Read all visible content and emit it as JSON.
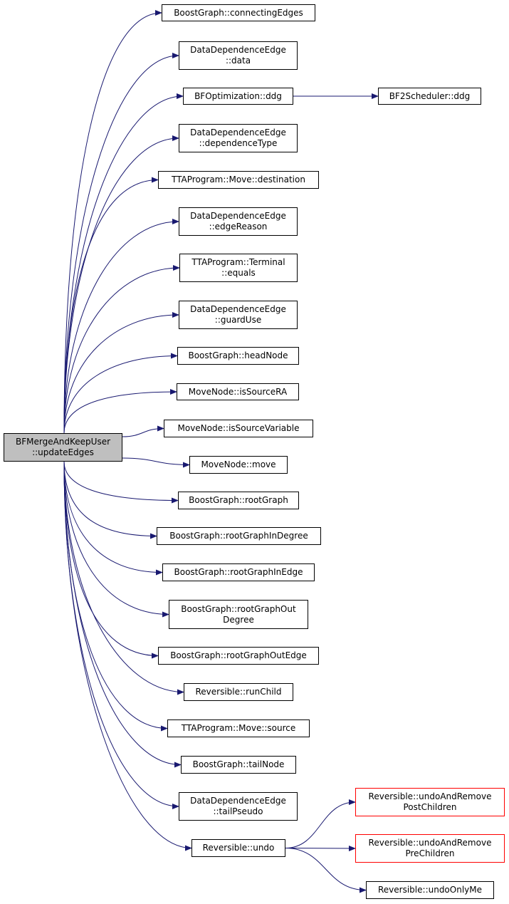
{
  "diagram": {
    "root": {
      "id": "root",
      "lines": [
        "BFMergeAndKeepUser",
        "::updateEdges"
      ]
    },
    "nodes": [
      {
        "id": "n1",
        "lines": [
          "BoostGraph::connectingEdges"
        ]
      },
      {
        "id": "n2",
        "lines": [
          "DataDependenceEdge",
          "::data"
        ]
      },
      {
        "id": "n3",
        "lines": [
          "BFOptimization::ddg"
        ]
      },
      {
        "id": "n3b",
        "lines": [
          "BF2Scheduler::ddg"
        ]
      },
      {
        "id": "n4",
        "lines": [
          "DataDependenceEdge",
          "::dependenceType"
        ]
      },
      {
        "id": "n5",
        "lines": [
          "TTAProgram::Move::destination"
        ]
      },
      {
        "id": "n6",
        "lines": [
          "DataDependenceEdge",
          "::edgeReason"
        ]
      },
      {
        "id": "n7",
        "lines": [
          "TTAProgram::Terminal",
          "::equals"
        ]
      },
      {
        "id": "n8",
        "lines": [
          "DataDependenceEdge",
          "::guardUse"
        ]
      },
      {
        "id": "n9",
        "lines": [
          "BoostGraph::headNode"
        ]
      },
      {
        "id": "n10",
        "lines": [
          "MoveNode::isSourceRA"
        ]
      },
      {
        "id": "n11",
        "lines": [
          "MoveNode::isSourceVariable"
        ]
      },
      {
        "id": "n12",
        "lines": [
          "MoveNode::move"
        ]
      },
      {
        "id": "n13",
        "lines": [
          "BoostGraph::rootGraph"
        ]
      },
      {
        "id": "n14",
        "lines": [
          "BoostGraph::rootGraphInDegree"
        ]
      },
      {
        "id": "n15",
        "lines": [
          "BoostGraph::rootGraphInEdge"
        ]
      },
      {
        "id": "n16",
        "lines": [
          "BoostGraph::rootGraphOut",
          "Degree"
        ]
      },
      {
        "id": "n17",
        "lines": [
          "BoostGraph::rootGraphOutEdge"
        ]
      },
      {
        "id": "n18",
        "lines": [
          "Reversible::runChild"
        ]
      },
      {
        "id": "n19",
        "lines": [
          "TTAProgram::Move::source"
        ]
      },
      {
        "id": "n20",
        "lines": [
          "BoostGraph::tailNode"
        ]
      },
      {
        "id": "n21",
        "lines": [
          "DataDependenceEdge",
          "::tailPseudo"
        ]
      },
      {
        "id": "n22",
        "lines": [
          "Reversible::undo"
        ]
      },
      {
        "id": "n23",
        "lines": [
          "Reversible::undoAndRemove",
          "PostChildren"
        ],
        "style": "red"
      },
      {
        "id": "n24",
        "lines": [
          "Reversible::undoAndRemove",
          "PreChildren"
        ],
        "style": "red"
      },
      {
        "id": "n25",
        "lines": [
          "Reversible::undoOnlyMe"
        ]
      }
    ],
    "edges": [
      [
        "root",
        "n1"
      ],
      [
        "root",
        "n2"
      ],
      [
        "root",
        "n3"
      ],
      [
        "root",
        "n4"
      ],
      [
        "root",
        "n5"
      ],
      [
        "root",
        "n6"
      ],
      [
        "root",
        "n7"
      ],
      [
        "root",
        "n8"
      ],
      [
        "root",
        "n9"
      ],
      [
        "root",
        "n10"
      ],
      [
        "root",
        "n11"
      ],
      [
        "root",
        "n12"
      ],
      [
        "root",
        "n13"
      ],
      [
        "root",
        "n14"
      ],
      [
        "root",
        "n15"
      ],
      [
        "root",
        "n16"
      ],
      [
        "root",
        "n17"
      ],
      [
        "root",
        "n18"
      ],
      [
        "root",
        "n19"
      ],
      [
        "root",
        "n20"
      ],
      [
        "root",
        "n21"
      ],
      [
        "root",
        "n22"
      ],
      [
        "n3",
        "n3b"
      ],
      [
        "n22",
        "n23"
      ],
      [
        "n22",
        "n24"
      ],
      [
        "n22",
        "n25"
      ]
    ],
    "colors": {
      "edge": "#191970",
      "border": "#000000",
      "root_fill": "#bfbfbf",
      "missing_border": "#ff0000"
    }
  }
}
